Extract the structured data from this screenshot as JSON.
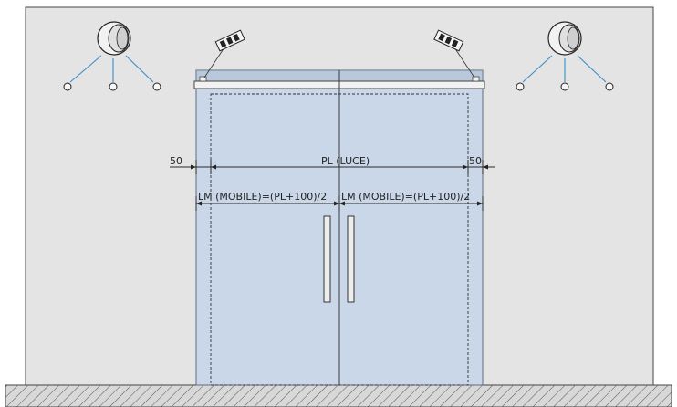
{
  "labels": {
    "left_margin": "50",
    "right_margin": "50",
    "clear_width": "PL (LUCE)",
    "leaf_left": "LM (MOBILE)=(PL+100)/2",
    "leaf_right": "LM (MOBILE)=(PL+100)/2"
  },
  "colors": {
    "wall": "#e4e4e4",
    "glass": "#c9d7e8",
    "floor": "#d6d6d6",
    "sensor_line": "#3b8fc2"
  },
  "icons": [
    "motion-sensor-icon",
    "safety-sensor-icon"
  ]
}
